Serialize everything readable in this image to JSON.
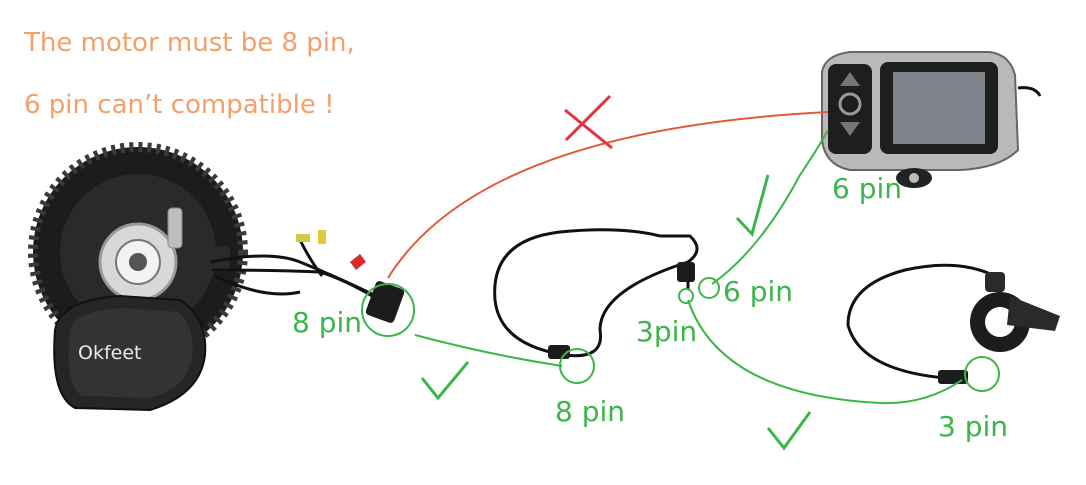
{
  "notes": {
    "line1": "The motor must be 8 pin,",
    "line2": "6 pin can’t compatible !"
  },
  "motor": {
    "brand": "Okfeet",
    "connector_label": "8 pin"
  },
  "extension_cable": {
    "connector_label": "8 pin"
  },
  "splitter": {
    "display_branch_label": "6 pin",
    "throttle_branch_label": "3pin"
  },
  "display": {
    "connector_label": "6 pin"
  },
  "throttle": {
    "connector_label": "3 pin"
  },
  "colors": {
    "ok": "#3cb54a",
    "wrong": "#e05a3a",
    "note": "#f4a06a",
    "cross": "#e8323c"
  }
}
